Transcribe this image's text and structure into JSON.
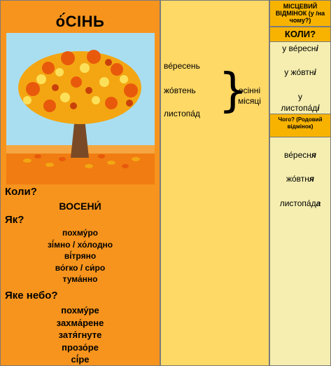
{
  "left": {
    "title": "ό́СІНЬ",
    "q_when": "Коли?",
    "a_when": "ВОСЕНИ́",
    "q_how": "Як?",
    "how_items": [
      "похму́ро",
      "зі́мно / хо́лодно",
      "ві́тряно",
      "во́гко / си́ро",
      "тума́нно"
    ],
    "q_sky": "Яке небо?",
    "sky_items": [
      "похму́ре",
      "захма́рене",
      "затя́гнуте",
      "прозо́ре",
      "сі́ре"
    ]
  },
  "middle": {
    "months": [
      "ве́ресень",
      "жо́втень",
      "листопа́д"
    ],
    "brace": "}",
    "note_line1": "осінні",
    "note_line2": "місяці"
  },
  "right": {
    "header_locative": "МІСЦЕВИЙ ВІДМІНОК (у /на чому?)",
    "header_when": "КОЛИ?",
    "locative_items": [
      {
        "stem": "у ве́ресн",
        "ending": "і"
      },
      {
        "stem": "у жо́втн",
        "ending": "і"
      },
      {
        "prefix": "у",
        "stem": "листопа́д",
        "ending": "і"
      }
    ],
    "header_genitive": "Чого? (Родовий відмінок)",
    "genitive_items": [
      {
        "stem": "ве́ресн",
        "ending": "я"
      },
      {
        "stem": "жо́втн",
        "ending": "я"
      },
      {
        "stem": "листопа́д",
        "ending": "а"
      }
    ]
  }
}
